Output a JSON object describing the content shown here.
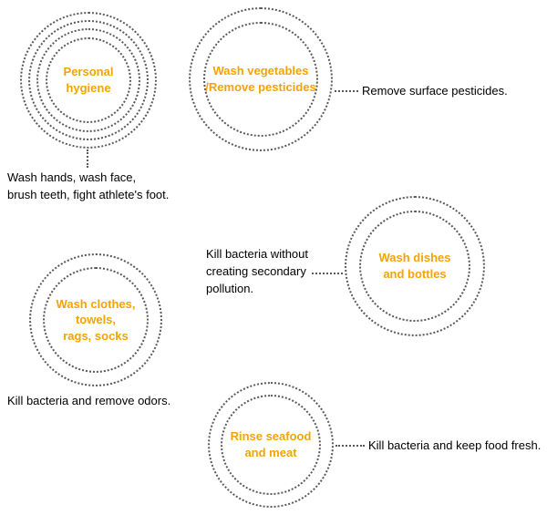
{
  "colors": {
    "accent": "#F5A300",
    "ring": "#595959",
    "text": "#000000"
  },
  "nodes": {
    "personal_hygiene": {
      "label": "Personal\nhygiene",
      "note": "Wash hands, wash face,\nbrush teeth, fight athlete's foot."
    },
    "wash_vegetables": {
      "label": "Wash vegetables\n/Remove pesticides",
      "note": "Remove surface pesticides."
    },
    "wash_dishes": {
      "label": "Wash dishes\nand bottles",
      "note": "Kill bacteria without\ncreating secondary\npollution."
    },
    "wash_clothes": {
      "label": "Wash clothes,\ntowels,\nrags, socks",
      "note": "Kill bacteria and remove odors."
    },
    "rinse_seafood": {
      "label": "Rinse seafood\nand meat",
      "note": "Kill bacteria and keep food fresh."
    }
  }
}
